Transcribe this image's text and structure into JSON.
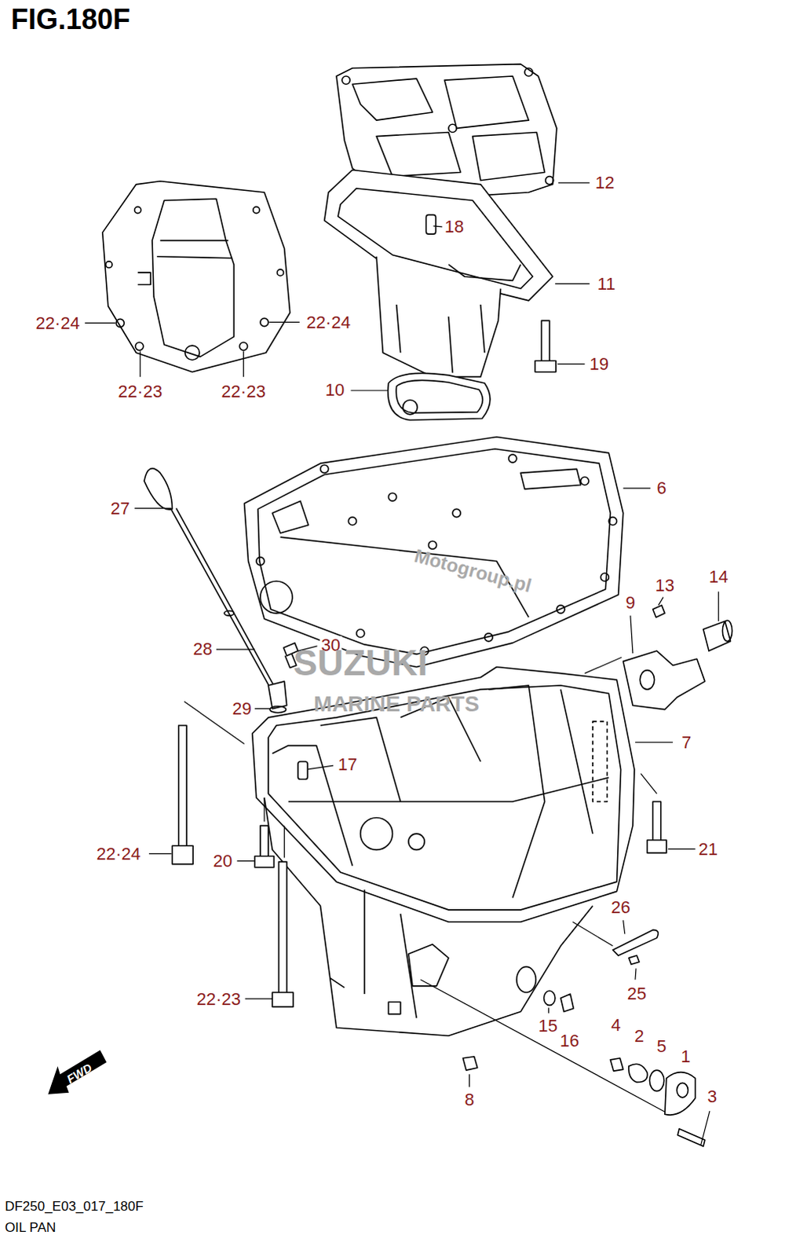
{
  "diagram": {
    "title": "FIG.180F",
    "labels": [
      "12",
      "18",
      "11",
      "22·24",
      "22·24",
      "19",
      "22·23",
      "22·23",
      "10",
      "27",
      "6",
      "14",
      "13",
      "9",
      "28",
      "30",
      "29",
      "7",
      "17",
      "22·24",
      "20",
      "21",
      "26",
      "25",
      "22·23",
      "15",
      "16",
      "4",
      "2",
      "5",
      "1",
      "3",
      "8",
      "FWD",
      "DF250_E03_017_180F",
      "OIL PAN",
      "Motogroup.pl",
      "SUZUKI",
      "MARINE PARTS"
    ]
  }
}
